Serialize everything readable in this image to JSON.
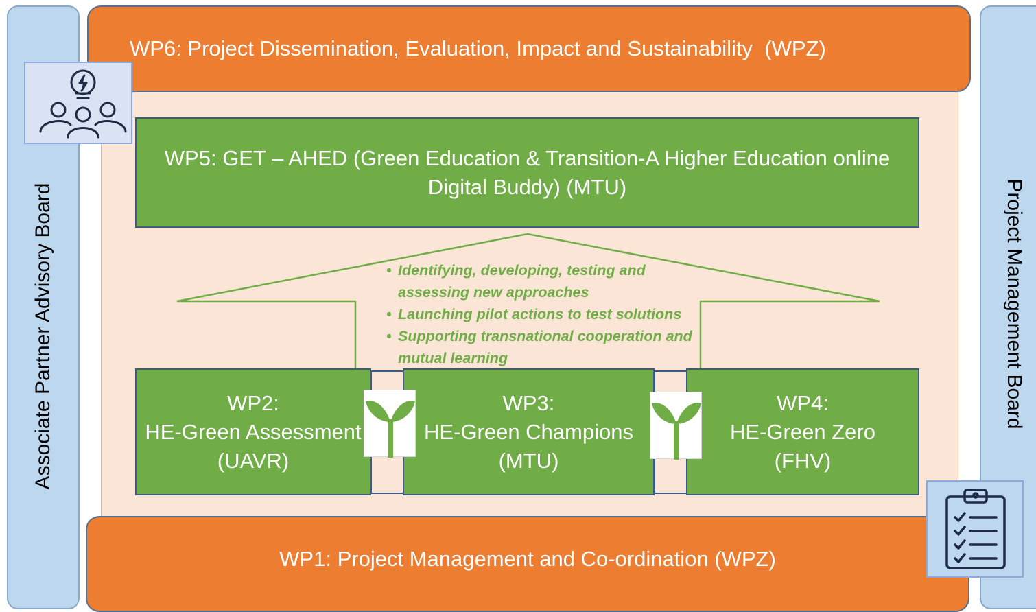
{
  "wp6": {
    "label": "WP6: Project Dissemination, Evaluation, Impact and Sustainability  (WPZ)"
  },
  "wp5": {
    "label": "WP5: GET – AHED (Green Education & Transition-A Higher Education online Digital Buddy) (MTU)"
  },
  "wp2": {
    "lines": [
      "WP2:",
      "HE-Green Assessment",
      "(UAVR)"
    ]
  },
  "wp3": {
    "lines": [
      "WP3:",
      "HE-Green Champions",
      "(MTU)"
    ]
  },
  "wp4": {
    "lines": [
      "WP4:",
      "HE-Green Zero",
      "(FHV)"
    ]
  },
  "wp1": {
    "label": "WP1: Project Management and Co-ordination (WPZ)"
  },
  "left_board": {
    "label": "Associate Partner Advisory Board"
  },
  "right_board": {
    "label": "Project Management Board"
  },
  "bullets": [
    "Identifying, developing, testing and assessing new approaches",
    "Launching pilot actions to test solutions",
    "Supporting transnational cooperation and mutual learning"
  ],
  "icons": {
    "advisory": "team-lightbulb-icon",
    "management": "clipboard-checklist-icon",
    "connector": "plant-sprout-icon"
  },
  "colors": {
    "orange": "#ed7d31",
    "green": "#70ad47",
    "side_blue": "#bdd7ee",
    "background_peach": "#fbe5d6",
    "icon_outline": "#1f2a44"
  }
}
